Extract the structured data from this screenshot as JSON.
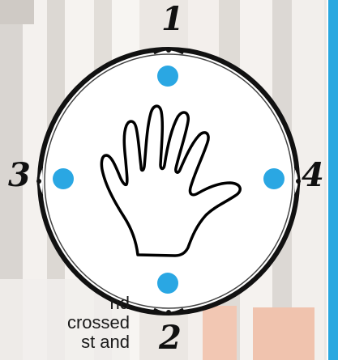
{
  "diagram": {
    "labels": {
      "top": "1",
      "bottom": "2",
      "left": "3",
      "right": "4"
    },
    "caption_lines": [
      "nd",
      "crossed",
      "st and"
    ],
    "colors": {
      "dot": "#2aa7e3",
      "hoop": "#111111",
      "head": "#ffffff",
      "accent_stripe": "#29a8e0",
      "background": "#eae6e2"
    },
    "icons": {
      "hand": "hand-outline-icon"
    }
  }
}
